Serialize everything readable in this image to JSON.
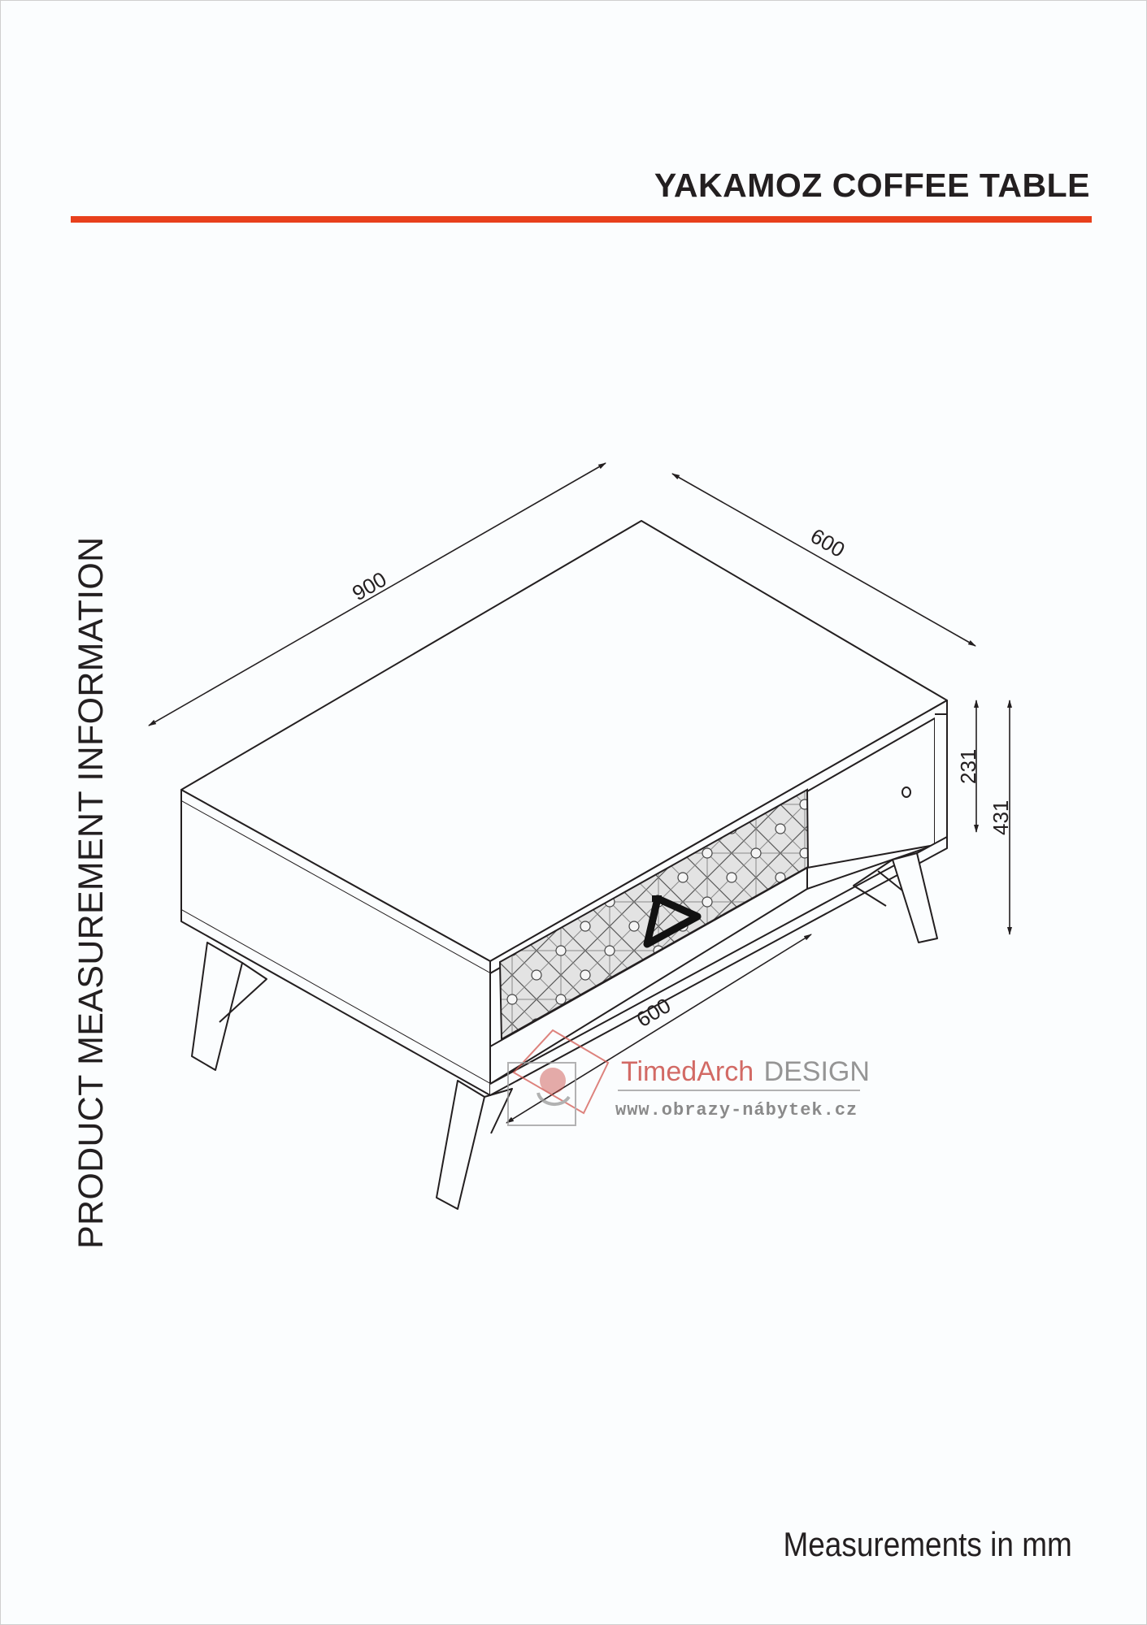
{
  "header": {
    "title": "YAKAMOZ COFFEE TABLE",
    "accent_color": "#e8401c"
  },
  "side_label": "PRODUCT MEASUREMENT INFORMATION",
  "footer": {
    "units_note": "Measurements in mm"
  },
  "dimensions": {
    "length": "900",
    "depth": "600",
    "drawer_width": "600",
    "shelf_height": "231",
    "total_height": "431"
  },
  "watermark": {
    "brand_part1": "TimedArch",
    "brand_part2": "DESIGN",
    "url": "www.obrazy-nábytek.cz"
  }
}
